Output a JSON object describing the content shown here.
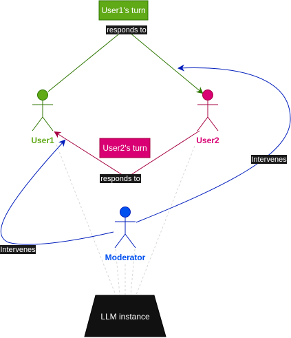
{
  "turn_boxes": {
    "user1": {
      "label": "User1's turn",
      "color": "#60a917"
    },
    "user2": {
      "label": "User2's turn",
      "color": "#d80073"
    }
  },
  "edge_labels": {
    "user1_responds": "responds to",
    "user2_responds": "responds to",
    "intervene_right": "Intervenes",
    "intervene_left": "Intervenes"
  },
  "actors": {
    "user1": {
      "label": "User1",
      "color": "#60a917",
      "stroke": "#2d7600"
    },
    "user2": {
      "label": "User2",
      "color": "#d80073",
      "stroke": "#a50040"
    },
    "moderator": {
      "label": "Moderator",
      "color": "#0050ef",
      "stroke": "#001dbc"
    }
  },
  "llm": {
    "label": "LLM instance",
    "fill": "#111111"
  },
  "colors": {
    "edge_green": "#2d7600",
    "edge_red": "#a50040",
    "edge_blue": "#001dbc",
    "label_bg": "#1a1a1a",
    "dashed": "#d0d0d0"
  }
}
